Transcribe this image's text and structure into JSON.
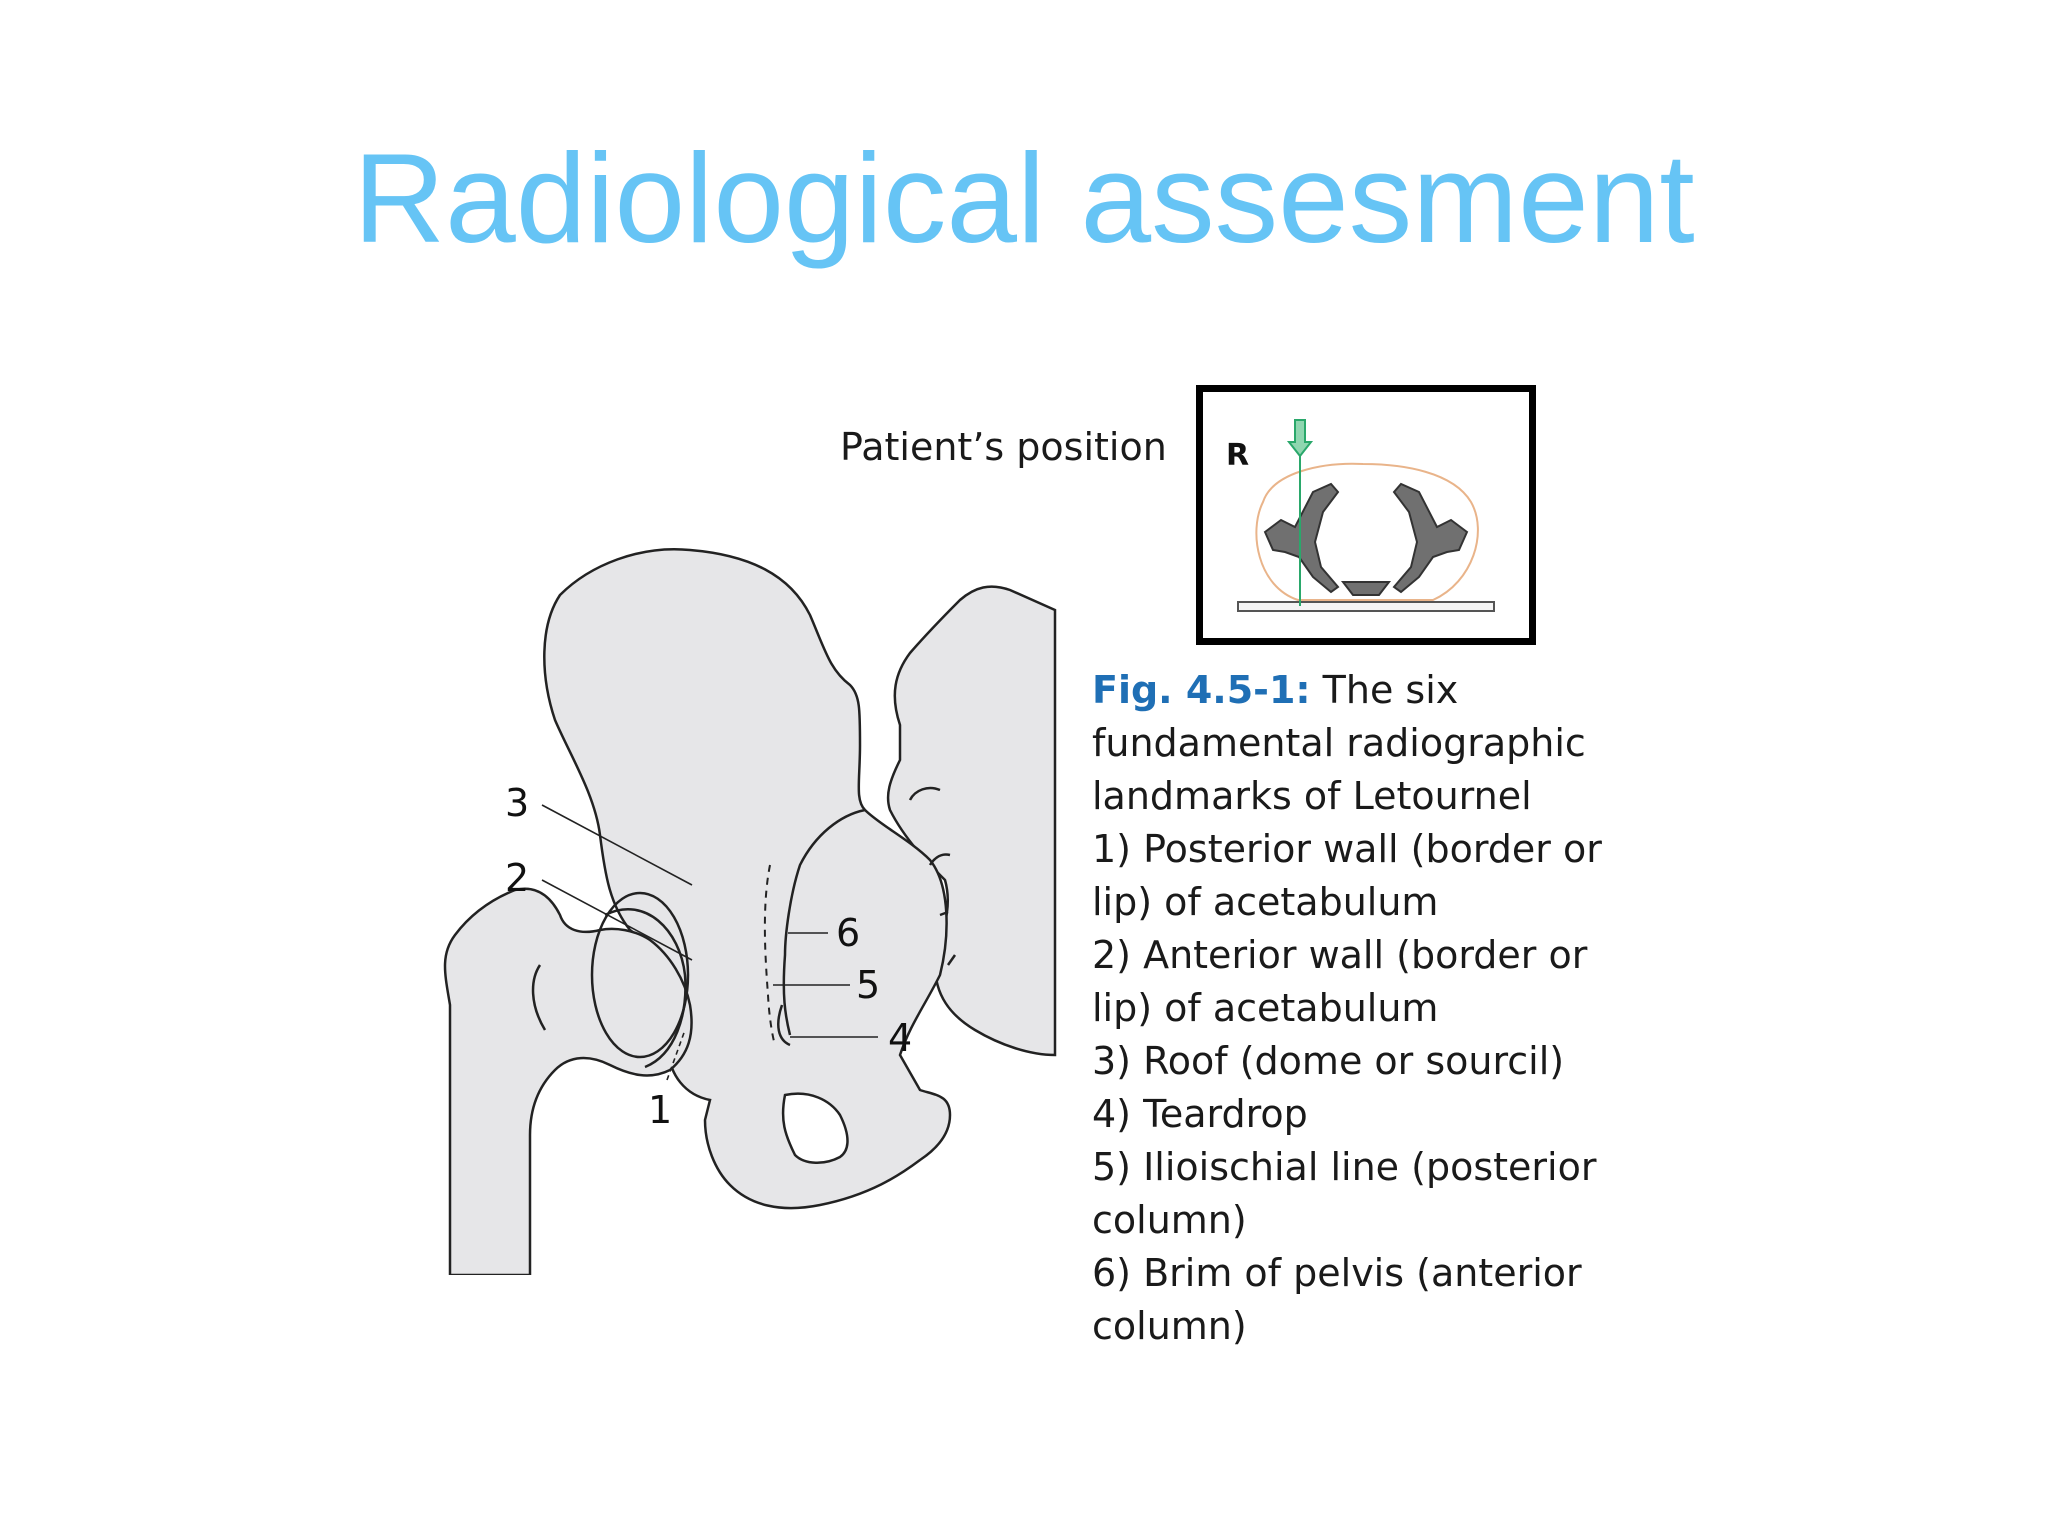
{
  "slide": {
    "title": "Radiological assesment"
  },
  "figure": {
    "position_label": "Patient’s position",
    "side_marker": "R",
    "landmark_labels": [
      "1",
      "2",
      "3",
      "4",
      "5",
      "6"
    ],
    "colors": {
      "title": "#66c4f5",
      "bone_fill": "#e6e6e8",
      "beam": "#2aa86b",
      "skin_outline": "#e9b48a",
      "fig_ref": "#1f6fb5"
    }
  },
  "caption": {
    "fig_ref": "Fig. 4.5-1:",
    "intro": " The six fundamental radiographic landmarks of Letournel",
    "items": [
      "1) Posterior wall (border or lip) of acetabulum",
      "2) Anterior wall (border or lip) of acetabulum",
      "3) Roof (dome or sourcil)",
      "4) Teardrop",
      "5) Ilioischial line (posterior column)",
      "6) Brim of pelvis (anterior column)"
    ]
  }
}
